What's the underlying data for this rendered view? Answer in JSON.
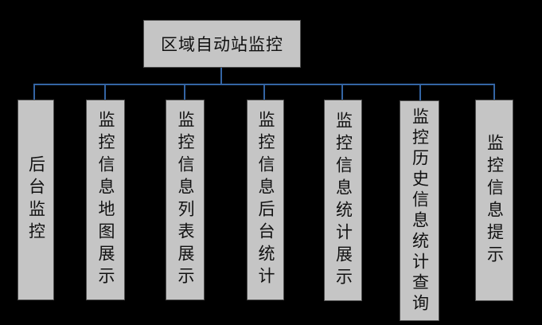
{
  "diagram": {
    "title_node": {
      "label": "区域自动站监控"
    },
    "children": [
      {
        "label": "后台监控"
      },
      {
        "label": "监控信息地图展示"
      },
      {
        "label": "监控信息列表展示"
      },
      {
        "label": "监控信息后台统计"
      },
      {
        "label": "监控信息统计展示"
      },
      {
        "label": "监控历史信息统计查询"
      },
      {
        "label": "监控信息提示"
      }
    ],
    "colors": {
      "background": "#000000",
      "node_fill": "#c5c5c5",
      "node_border": "#4f4f4f",
      "connector": "#3465a4",
      "text": "#111111"
    }
  }
}
